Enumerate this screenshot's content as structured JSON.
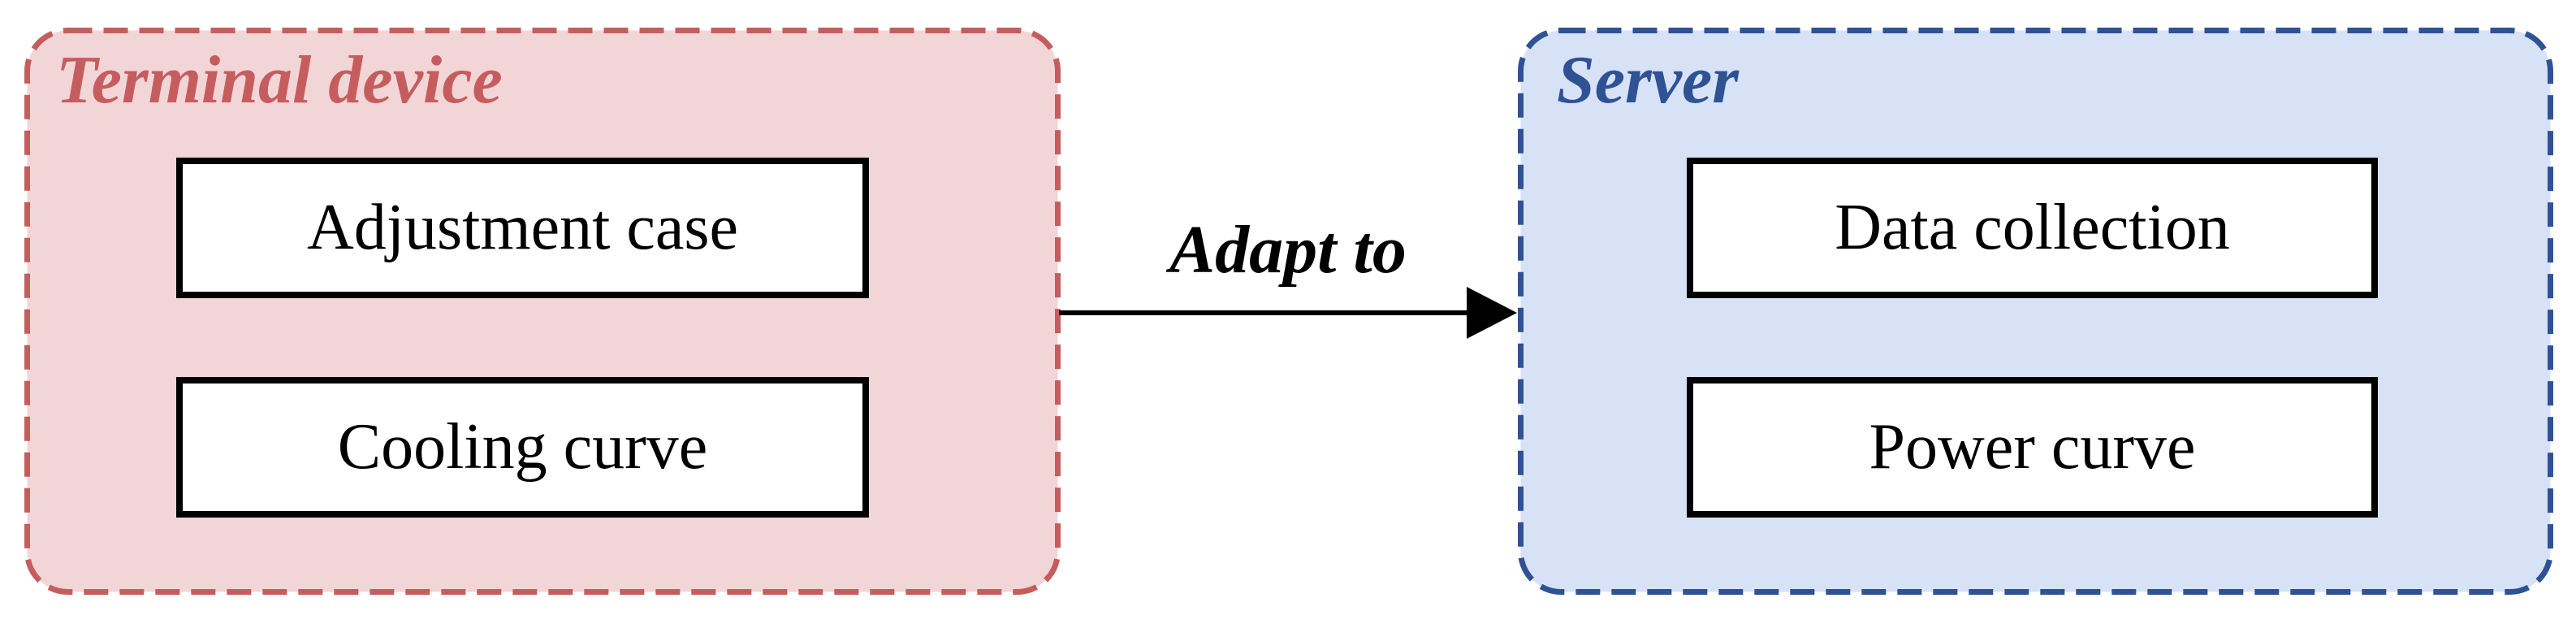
{
  "terminal": {
    "title": "Terminal device",
    "fill": "#f2d5d7",
    "border": "#c55d5f",
    "boxes": [
      {
        "label": "Adjustment case"
      },
      {
        "label": "Cooling curve"
      }
    ]
  },
  "server": {
    "title": "Server",
    "fill": "#d8e2f7",
    "border": "#2f5294",
    "boxes": [
      {
        "label": "Data collection"
      },
      {
        "label": "Power curve"
      }
    ]
  },
  "arrow": {
    "label": "Adapt to",
    "color": "#000000",
    "from": "Terminal device",
    "to": "Server"
  }
}
